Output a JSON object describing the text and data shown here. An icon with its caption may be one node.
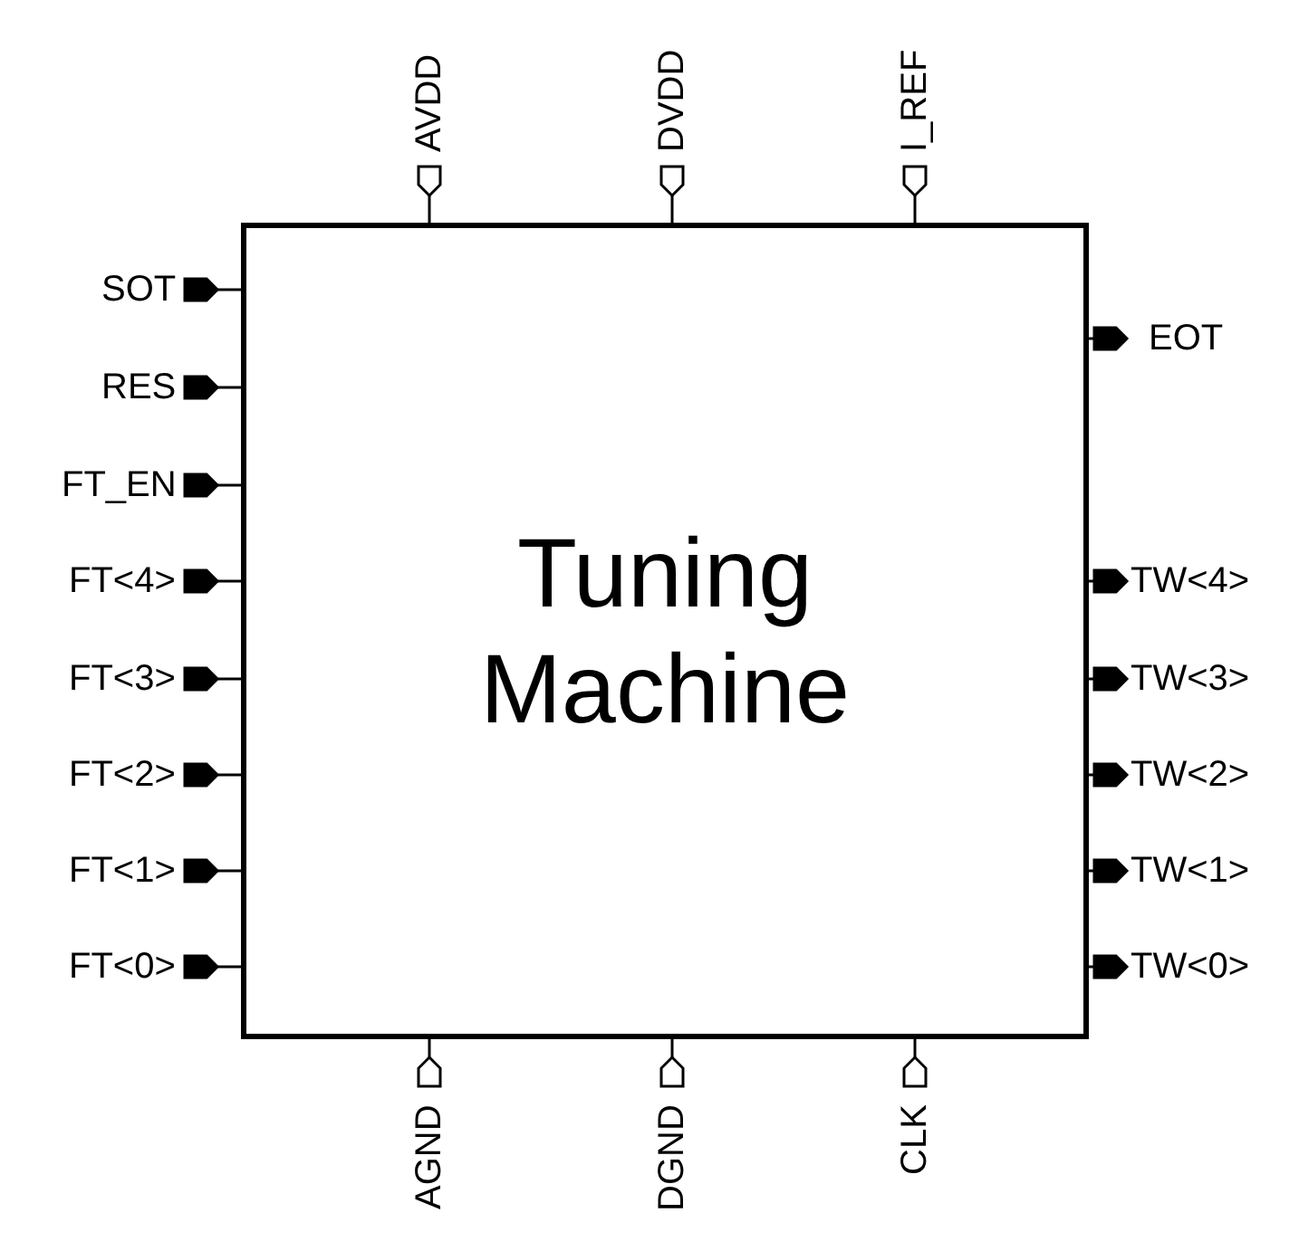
{
  "diagram": {
    "nodes": [
      {
        "text": [
          "Tuning Machine"
        ]
      }
    ],
    "labels": [
      "AVDD",
      "DVDD",
      "I_REF",
      "SOT",
      "EOT",
      "RES",
      "FT_EN",
      "FT<4>",
      "TW<4>",
      "FT<3>",
      "TW<3>",
      "FT<2>",
      "TW<2>",
      "FT<1>",
      "TW<1>",
      "FT<0>",
      "TW<0>",
      "AGND",
      "DGND",
      "CLK"
    ]
  }
}
